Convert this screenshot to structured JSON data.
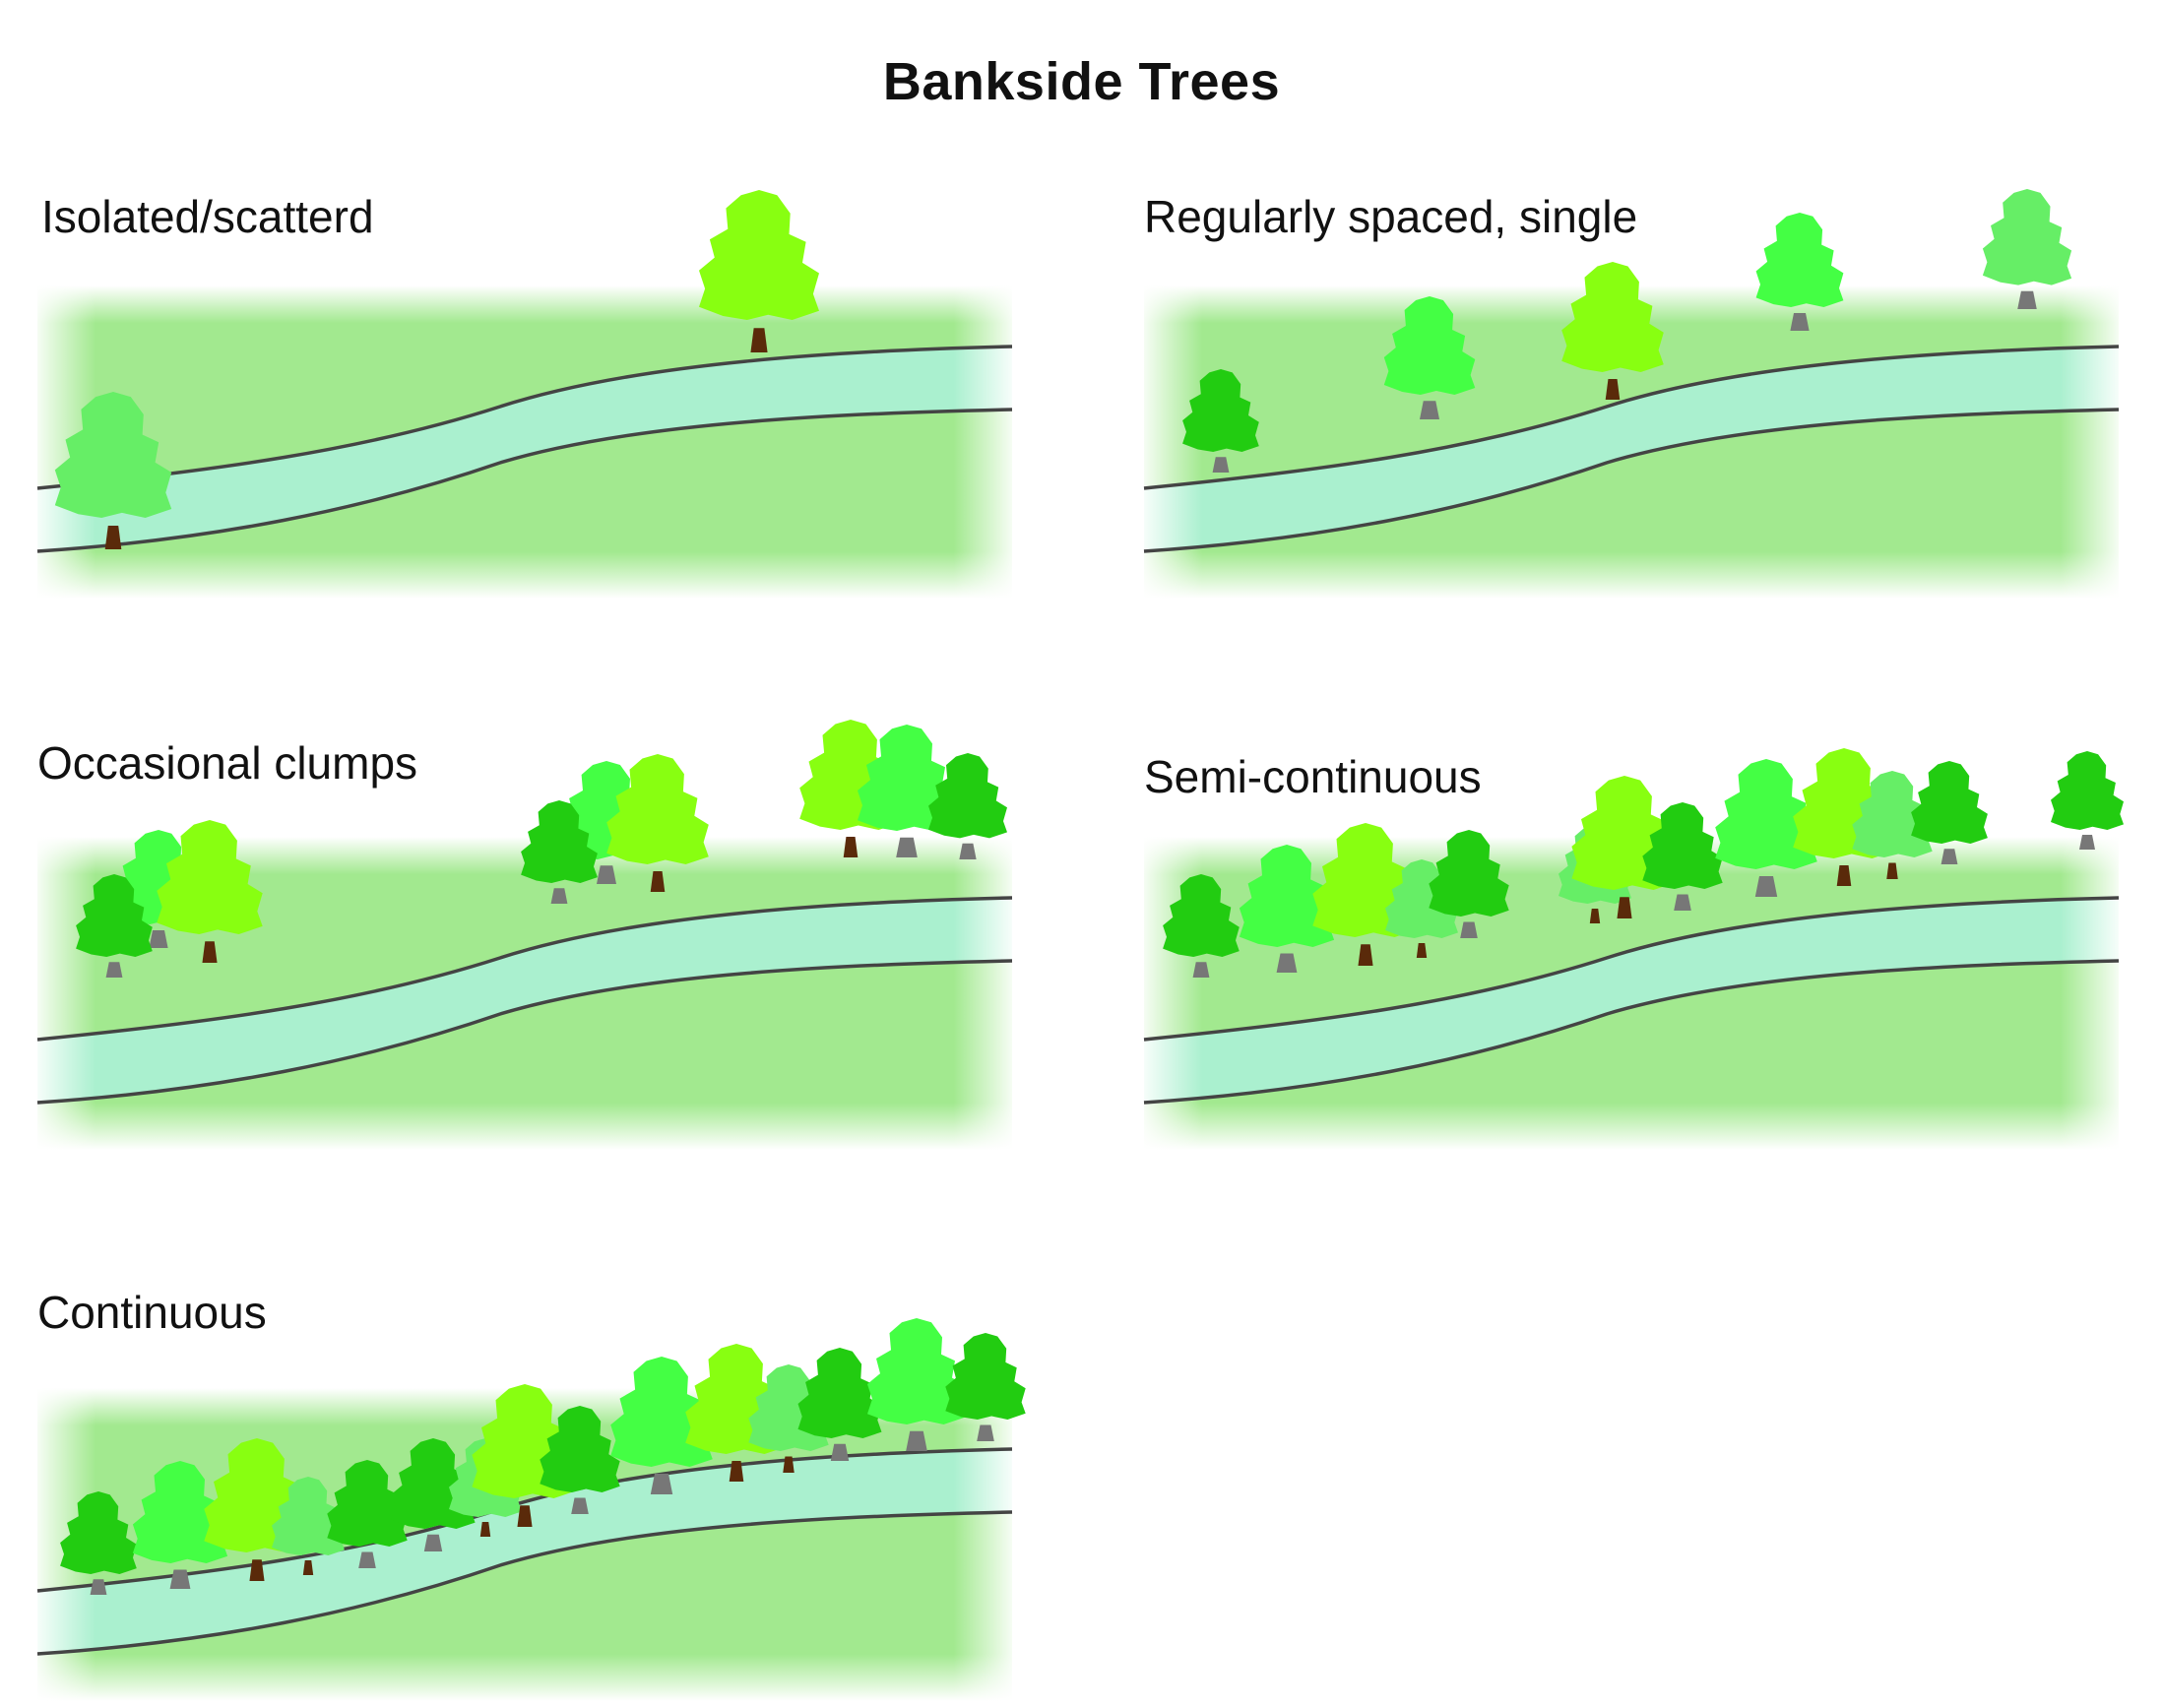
{
  "title": "Bankside Trees",
  "panels": [
    {
      "label": "Isolated/scatterd"
    },
    {
      "label": "Regularly spaced, single"
    },
    {
      "label": "Occasional clumps"
    },
    {
      "label": "Semi-continuous"
    },
    {
      "label": "Continuous"
    }
  ],
  "colors": {
    "grass": "#a2e98f",
    "river": "#aaf0cf",
    "bank_line": "#444444",
    "tree_dark_green": "#22cc11",
    "tree_mid_green": "#44ff44",
    "tree_pale_green": "#66ee66",
    "tree_lime": "#88ff11",
    "trunk_brown": "#5a2a0a",
    "trunk_gray": "#777777"
  }
}
